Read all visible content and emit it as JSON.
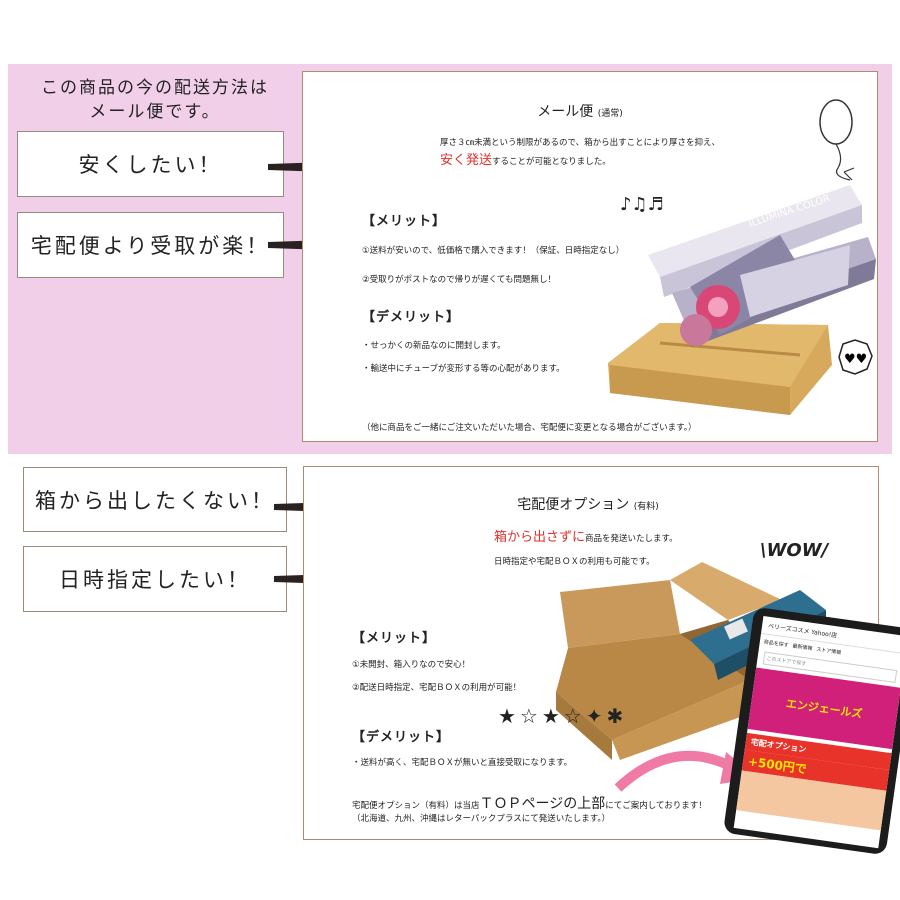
{
  "header": {
    "line1": "この商品の今の配送方法は",
    "line2": "メール便です。"
  },
  "left_labels": {
    "cheap": "安くしたい！",
    "easy": "宅配便より受取が楽！",
    "no_box": "箱から出したくない！",
    "date": "日時指定したい！"
  },
  "mail": {
    "title": "メール便",
    "title_note": "(通常)",
    "desc1": "厚さ３㎝未満という制限があるので、箱から出すことにより厚さを抑え、",
    "desc2_red": "安く発送",
    "desc2_rest": "することが可能となりました。",
    "merit_title": "【メリット】",
    "merit1": "①送料が安いので、低価格で購入できます！（保証、日時指定なし）",
    "merit2": "②受取りがポストなので帰りが遅くても問題無し！",
    "demerit_title": "【デメリット】",
    "demerit1": "・せっかくの新品なのに開封します。",
    "demerit2": "・輸送中にチューブが変形する等の心配があります。",
    "footnote": "（他に商品をご一緒にご注文いただいた場合、宅配便に変更となる場合がございます。）",
    "product_text": "ILLUMINA COLOR"
  },
  "takuhai": {
    "title": "宅配便オプション",
    "title_note": "(有料)",
    "red": "箱から出さずに",
    "desc1_rest": "商品を発送いたします。",
    "desc2": "日時指定や宅配ＢＯＸの利用も可能です。",
    "merit_title": "【メリット】",
    "merit1": "①未開封、箱入りなので安心！",
    "merit2": "②配送日時指定、宅配ＢＯＸの利用が可能！",
    "demerit_title": "【デメリット】",
    "demerit1": "・送料が高く、宅配ＢＯＸが無いと直接受取になります。",
    "note1a": "宅配便オプション（有料）は当店",
    "note1_big": "ＴＯＰページの上部",
    "note1b": "にてご案内しております！",
    "note2": "（北海道、九州、沖縄はレターパックプラスにて発送いたします。）",
    "wow": "WOW"
  },
  "phone": {
    "shop": "ベリーズコスメ Yahoo!店",
    "btn1": "商品を探す",
    "btn2": "最新情報",
    "btn3": "ストア情報",
    "search_placeholder": "このストアで探す",
    "banner": "エンジェールズ",
    "option_title": "宅配オプション",
    "price": "+500円で"
  },
  "colors": {
    "pink": "#f2cfe9",
    "red": "#e0302a",
    "panel_border": "#b48a6f"
  }
}
